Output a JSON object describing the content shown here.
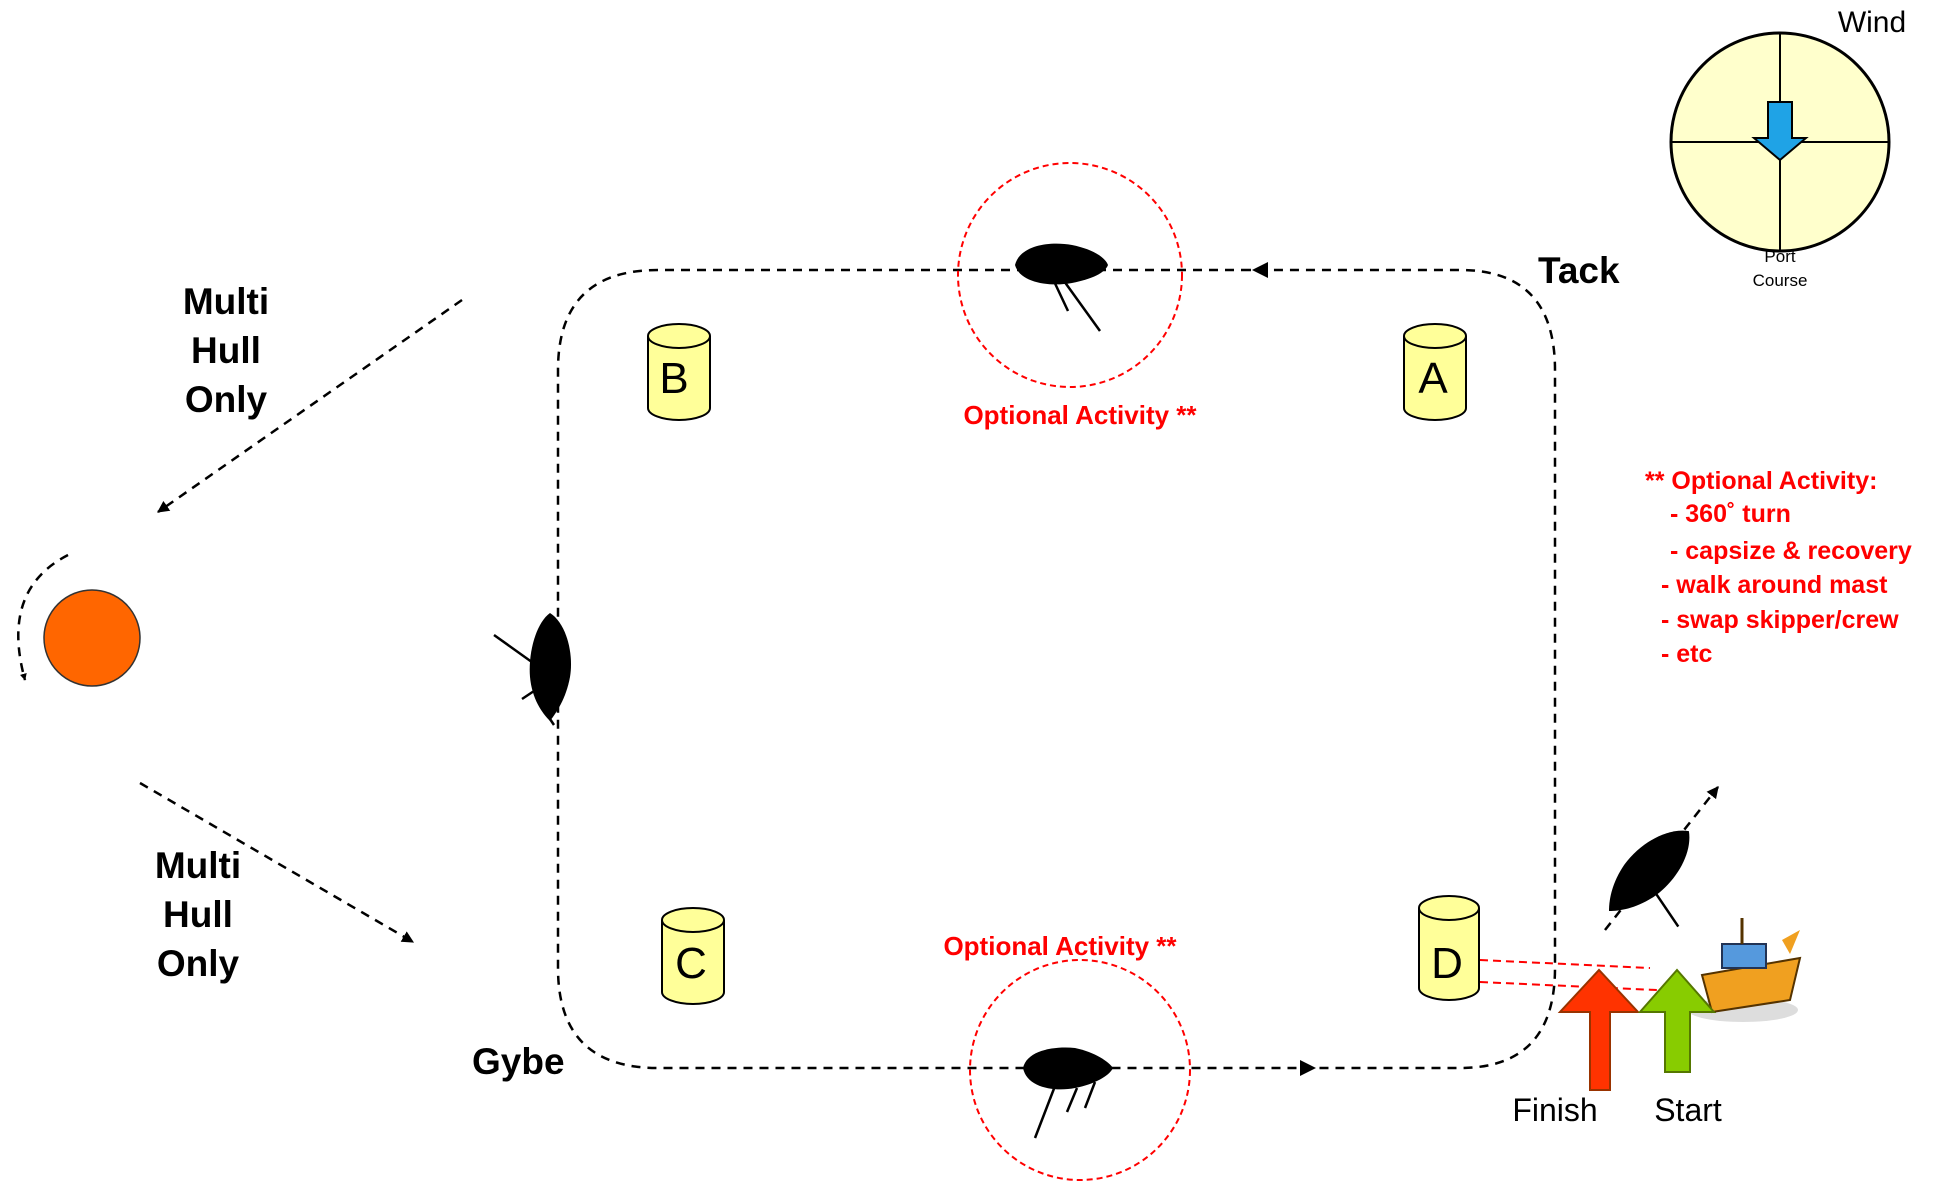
{
  "wind_indicator": {
    "label": "Wind",
    "course_line1": "Port",
    "course_line2": "Course",
    "arrow_color": "#1fa3e6",
    "dial_color": "#ffffcc"
  },
  "labels": {
    "tack": "Tack",
    "gybe": "Gybe",
    "multihull_top": [
      "Multi",
      "Hull",
      "Only"
    ],
    "multihull_bottom": [
      "Multi",
      "Hull",
      "Only"
    ],
    "optional_top": "Optional Activity **",
    "optional_bottom": "Optional Activity **",
    "finish": "Finish",
    "start": "Start"
  },
  "marks": {
    "a": "A",
    "b": "B",
    "c": "C",
    "d": "D",
    "color": "#ffff99"
  },
  "notes": {
    "heading": "** Optional Activity:",
    "items": [
      "- 360˚ turn",
      "- capsize & recovery",
      "- walk around mast",
      "- swap skipper/crew",
      "- etc"
    ]
  },
  "colors": {
    "highlight": "#ff0000",
    "buoy": "#ff6600",
    "finish_arrow": "#ff3300",
    "start_arrow": "#88cc00",
    "boat": "#000000"
  }
}
